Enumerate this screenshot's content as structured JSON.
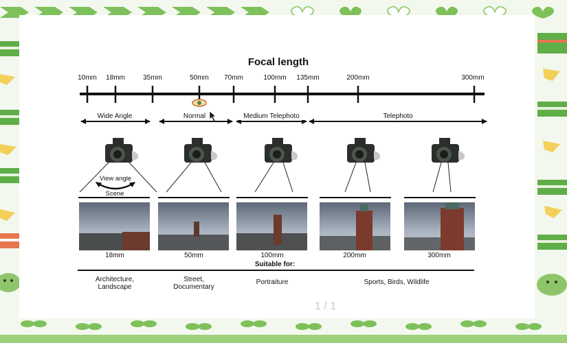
{
  "slide": {
    "title": "Focal length",
    "page_indicator": "1 / 1",
    "focal_marks": [
      "10mm",
      "18mm",
      "35mm",
      "50mm",
      "70mm",
      "100mm",
      "135mm",
      "200mm",
      "300mm"
    ],
    "ranges": [
      "Wide Angle",
      "Normal",
      "Medium Telephoto",
      "Telephoto"
    ],
    "view_angle_label": "View angle",
    "scene_label": "Scene",
    "photo_captions": [
      "18mm",
      "50mm",
      "100mm",
      "200mm",
      "300mm"
    ],
    "suitable_for_label": "Suitable for:",
    "uses": [
      "Architecture,",
      "Landscape",
      "Street,",
      "Documentary",
      "Portraiture",
      "Sports, Birds, Wildlife"
    ]
  },
  "colors": {
    "frame_green": "#7ec05a",
    "frame_background": "#f3f8ee",
    "slide_background": "#ffffff",
    "ink": "#111111"
  }
}
